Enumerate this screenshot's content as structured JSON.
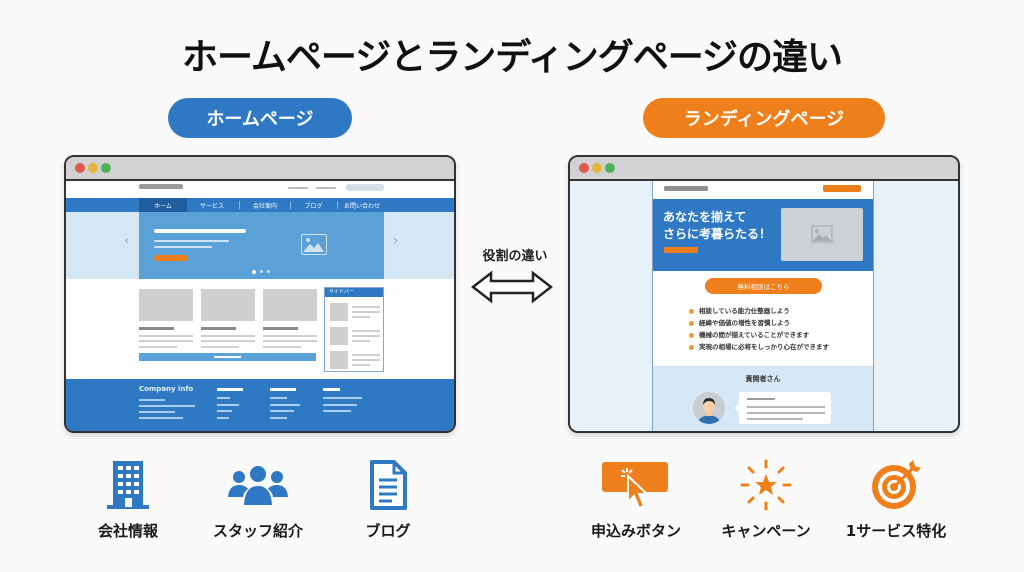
{
  "title": "ホームページとランディングページの違い",
  "labels": {
    "homepage": "ホームページ",
    "landing_page": "ランディングページ"
  },
  "middle": {
    "label": "役割の違い",
    "icon": "double-arrow-icon"
  },
  "colors": {
    "blue": "#2f78c4",
    "orange": "#ef7f1a",
    "text": "#111111",
    "background": "#fafafa"
  },
  "homepage_mockup": {
    "nav": [
      "ホーム",
      "サービス",
      "会社案内",
      "ブログ",
      "お問い合わせ"
    ],
    "active_nav": "ホーム",
    "sidebar_title": "サイドバー",
    "footer_title": "Company info",
    "carousel_dots": 3
  },
  "landing_mockup": {
    "hero_line1": "あなたを揃えて",
    "hero_line2": "さらに考暮らたる！",
    "cta": "無料相談はこちら",
    "bullets": [
      "相談している能力仕整器しよう",
      "経緯や価値の増性を習慣しよう",
      "機械の間が揃えていることができます",
      "実現の相場に必将をしっかり心在ができます"
    ],
    "testimonial_title": "責開者さん"
  },
  "homepage_features": [
    {
      "icon": "building-icon",
      "label": "会社情報"
    },
    {
      "icon": "people-icon",
      "label": "スタッフ紹介"
    },
    {
      "icon": "document-icon",
      "label": "ブログ"
    }
  ],
  "landing_features": [
    {
      "icon": "click-button-icon",
      "label": "申込みボタン"
    },
    {
      "icon": "star-burst-icon",
      "label": "キャンペーン"
    },
    {
      "icon": "target-icon",
      "label": "1サービス特化"
    }
  ]
}
